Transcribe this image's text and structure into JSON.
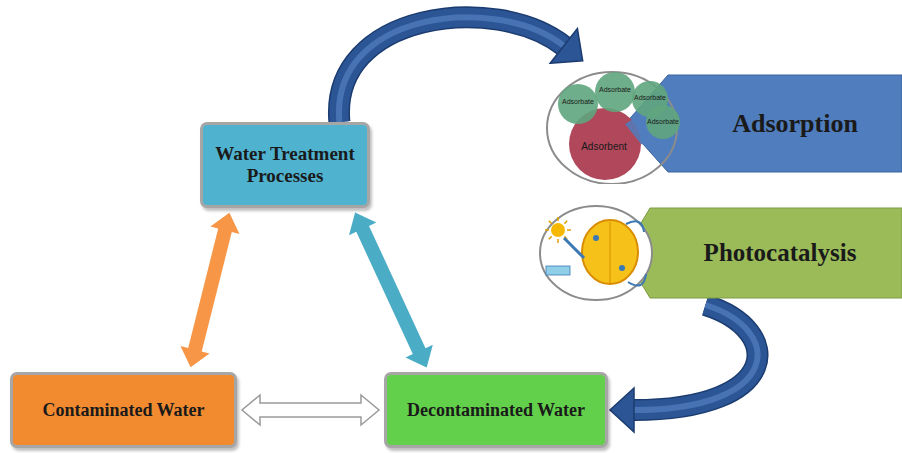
{
  "diagram": {
    "nodes": [
      {
        "text": [
          "Water Treatment Processes"
        ]
      },
      {
        "text": [
          "Adsorption"
        ]
      },
      {
        "text": [
          "Photocatalysis"
        ]
      },
      {
        "text": [
          "Contaminated Water"
        ]
      },
      {
        "text": [
          "Decontaminated Water"
        ]
      }
    ],
    "edges": [
      {
        "from": 3,
        "to": 0,
        "arrow": "both"
      },
      {
        "from": 0,
        "to": 4,
        "arrow": "both"
      },
      {
        "from": 3,
        "to": 4,
        "arrow": "both"
      },
      {
        "from": 0,
        "to": 1,
        "arrow": "to"
      },
      {
        "from": 2,
        "to": 4,
        "arrow": "to"
      }
    ],
    "labels": [
      "Adsorbate",
      "Adsorbate",
      "Adsorbate",
      "Adsorbate",
      "Adsorbent"
    ]
  }
}
